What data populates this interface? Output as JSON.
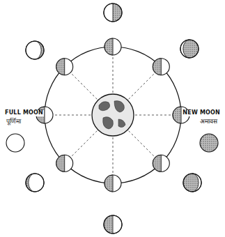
{
  "diagram": {
    "labels": [
      "FULL MOON",
      "पूर्णिमा",
      "NEW MOON",
      "अमावस"
    ]
  }
}
